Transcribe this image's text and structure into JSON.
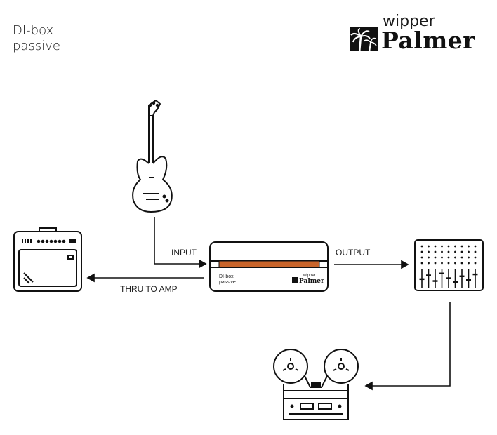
{
  "title": {
    "line1": "DI-box",
    "line2": "passive"
  },
  "brand": {
    "prefix": "wipper",
    "name": "Palmer"
  },
  "connections": {
    "input": "INPUT",
    "output": "OUTPUT",
    "thru": "THRU TO AMP"
  },
  "device": {
    "line1": "DI-box",
    "line2": "passive",
    "brand_prefix": "wipper",
    "brand_name": "Palmer",
    "accent_color": "#c8642a"
  },
  "icons": [
    "guitar-icon",
    "amplifier-icon",
    "mixer-icon",
    "tape-recorder-icon",
    "palm-tree-logo-icon"
  ]
}
